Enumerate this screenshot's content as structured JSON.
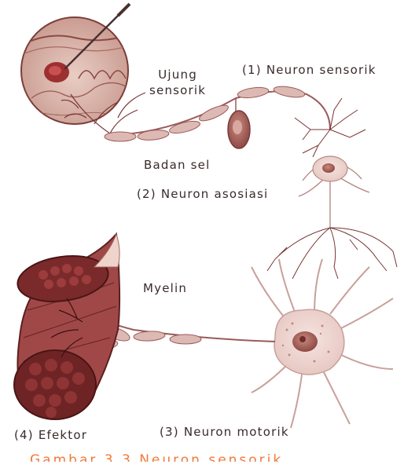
{
  "labels": {
    "sensory_ending": "Ujung\nsensorik",
    "sensory_neuron": "(1) Neuron sensorik",
    "cell_body": "Badan sel",
    "association_neuron": "(2) Neuron asosiasi",
    "myelin": "Myelin",
    "effector": "(4) Efektor",
    "motor_neuron": "(3) Neuron motorik"
  },
  "caption": "Gambar 3.3 Neuron sensorik",
  "colors": {
    "tissue": "#8a3a3a",
    "neuron_fill": "#efd8d4",
    "neuron_stroke": "#9a5a5a",
    "myelin_fill": "#ddb9b3",
    "muscle_fill": "#a04848",
    "muscle_dark": "#5c1f1f",
    "caption": "#f07a3a"
  }
}
